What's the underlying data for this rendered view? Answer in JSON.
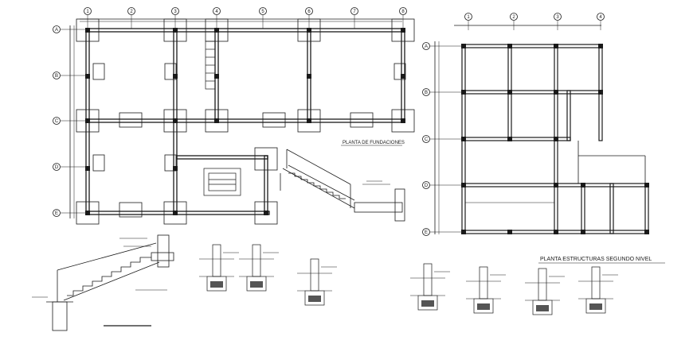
{
  "drawing": {
    "foundation_plan": {
      "title": "PLANTA DE FUNDACIONES",
      "column_axes": [
        "1",
        "2",
        "3",
        "4",
        "5",
        "6",
        "7",
        "8"
      ],
      "row_axes": [
        "A",
        "B",
        "C",
        "D",
        "E"
      ]
    },
    "second_level_plan": {
      "title": "PLANTA ESTRUCTURAS SEGUNDO NIVEL",
      "column_axes": [
        "1",
        "2",
        "3",
        "4"
      ],
      "row_axes": [
        "A",
        "B",
        "C",
        "D",
        "E"
      ]
    }
  },
  "colors": {
    "background": "#ffffff",
    "ink": "#1a1a1a"
  }
}
